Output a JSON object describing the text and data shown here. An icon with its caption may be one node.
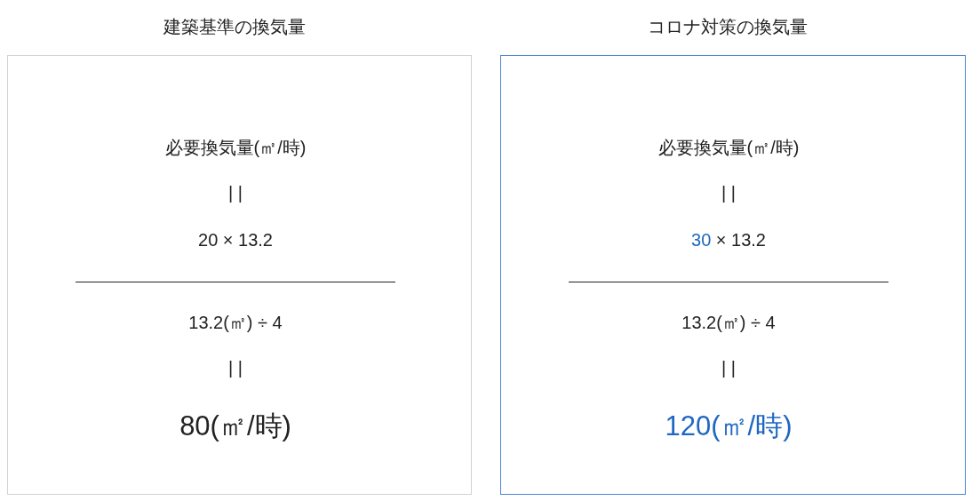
{
  "diagram": {
    "nodes": [
      {
        "text": [
          "建築基準の換気量",
          "必要換気量(㎡/時)",
          "| |",
          "20 × 13.2",
          "13.2(㎡) ÷ 4",
          "| |",
          "80(㎡/時)"
        ]
      },
      {
        "text": [
          "コロナ対策の換気量",
          "必要換気量(㎡/時)",
          "| |",
          "30 × 13.2",
          "13.2(㎡) ÷ 4",
          "| |",
          "120(㎡/時)"
        ]
      }
    ]
  }
}
